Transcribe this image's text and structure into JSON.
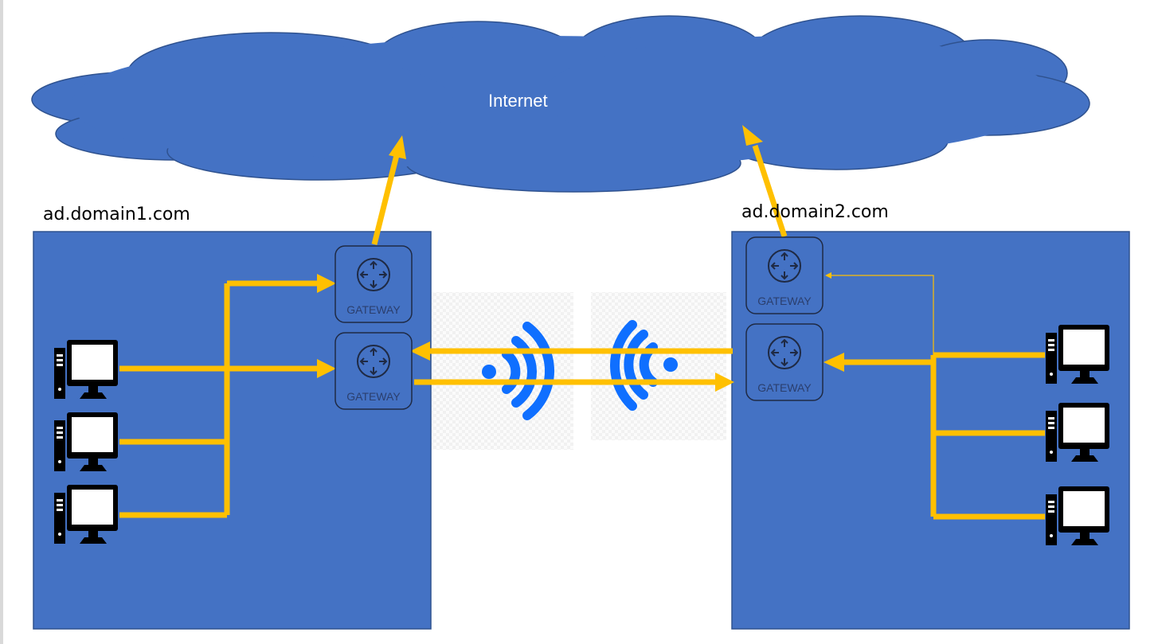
{
  "cloud": {
    "label": "Internet",
    "fill": "#4472c4",
    "stroke": "#2f528f"
  },
  "domains": [
    {
      "id": "domain1",
      "label": "ad.domain1.com"
    },
    {
      "id": "domain2",
      "label": "ad.domain2.com"
    }
  ],
  "gateway_label": "GATEWAY",
  "icons": {
    "gateway": "router-icon",
    "computer": "desktop-computer-icon",
    "wireless": "wifi-signal-icon"
  },
  "colors": {
    "network_fill": "#4472c4",
    "arrow": "#ffc000",
    "wifi": "#0f6fff",
    "computer": "#000000"
  }
}
